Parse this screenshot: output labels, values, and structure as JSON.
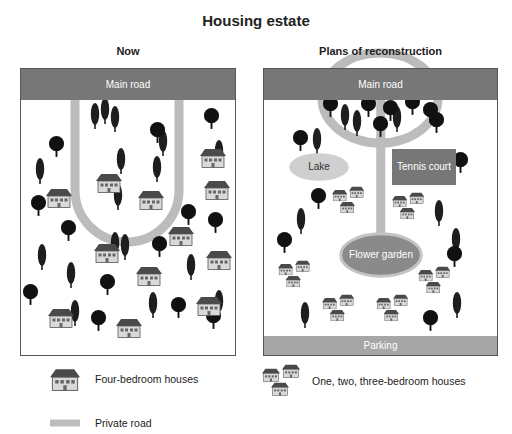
{
  "diagram": {
    "title": "Housing estate",
    "nodes": [
      {
        "text": [
          "Now"
        ]
      },
      {
        "text": [
          "Main road"
        ],
        "in": 0
      },
      {
        "text": [
          "Plans of reconstruction"
        ]
      },
      {
        "text": [
          "Main road"
        ],
        "in": 2
      },
      {
        "text": [
          "Lake"
        ],
        "in": 2
      },
      {
        "text": [
          "Tennis court"
        ],
        "in": 2
      },
      {
        "text": [
          "Flower garden"
        ],
        "in": 2
      },
      {
        "text": [
          "Parking"
        ],
        "in": 2
      }
    ],
    "edges": [
      {
        "from": 3,
        "to": 6,
        "arrow": "none"
      }
    ],
    "legend": [
      {
        "text": "Four-bedroom houses"
      },
      {
        "text": "One, two, three-bedroom houses"
      },
      {
        "text": "Private road"
      }
    ]
  }
}
